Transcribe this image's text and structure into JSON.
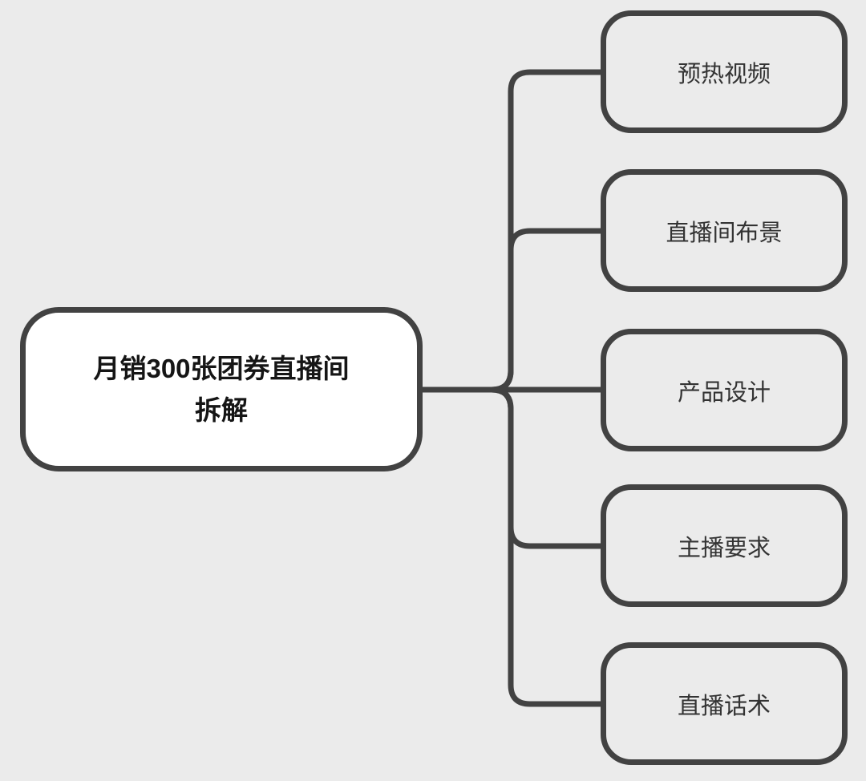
{
  "colors": {
    "background": "#ebebeb",
    "stroke": "#424242",
    "node_fill_root": "#ffffff",
    "node_fill_child": "#ebebeb",
    "root_text": "#151515",
    "child_text": "#333333"
  },
  "mindmap": {
    "root": {
      "label": "月销300张团券直播间拆解",
      "label_lines": [
        "月销300张团券直播间",
        "拆解"
      ]
    },
    "children": [
      {
        "label": "预热视频"
      },
      {
        "label": "直播间布景"
      },
      {
        "label": "产品设计"
      },
      {
        "label": "主播要求"
      },
      {
        "label": "直播话术"
      }
    ]
  }
}
